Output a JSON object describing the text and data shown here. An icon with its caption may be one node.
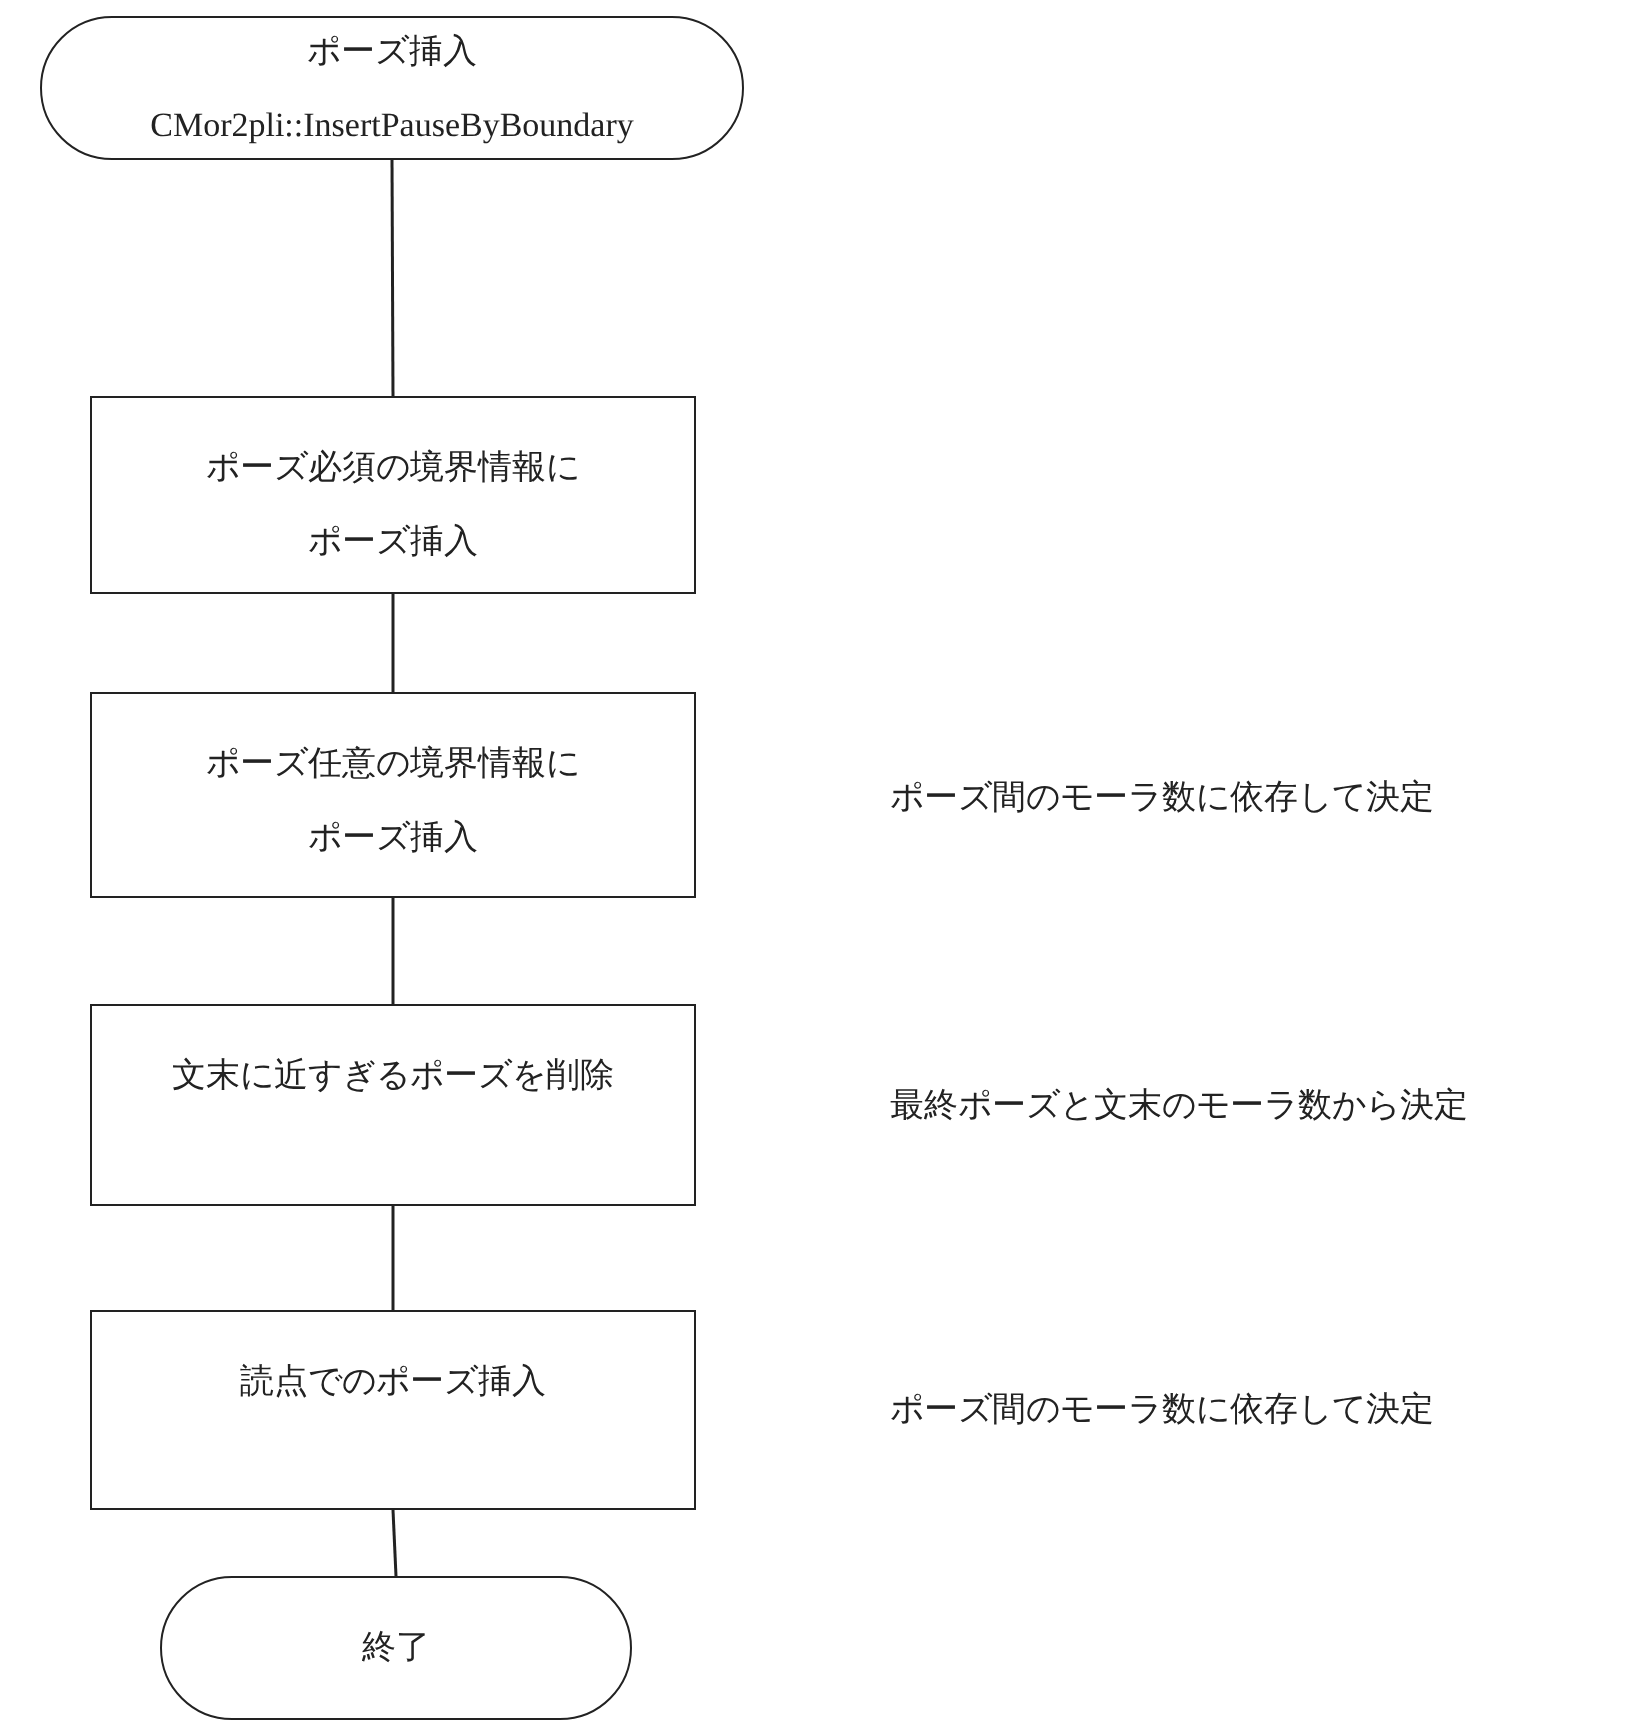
{
  "diagram": {
    "nodes": [
      {
        "text": [
          "ポーズ挿入",
          "CMor2pli::InsertPauseByBoundary"
        ]
      },
      {
        "text": [
          "ポーズ必須の境界情報にポーズ挿入"
        ]
      },
      {
        "text": [
          "ポーズ任意の境界情報にポーズ挿入"
        ]
      },
      {
        "text": [
          "文末に近すぎるポーズを削除"
        ]
      },
      {
        "text": [
          "読点でのポーズ挿入"
        ]
      },
      {
        "text": [
          "終了"
        ]
      }
    ],
    "edges": [
      {
        "from": 0,
        "to": 1,
        "arrow": "none"
      },
      {
        "from": 1,
        "to": 2,
        "arrow": "none"
      },
      {
        "from": 2,
        "to": 3,
        "arrow": "none"
      },
      {
        "from": 3,
        "to": 4,
        "arrow": "none"
      },
      {
        "from": 4,
        "to": 5,
        "arrow": "none"
      }
    ],
    "labels": [
      "ポーズ間のモーラ数に依存して決定",
      "最終ポーズと文末のモーラ数から決定",
      "ポーズ間のモーラ数に依存して決定"
    ]
  }
}
